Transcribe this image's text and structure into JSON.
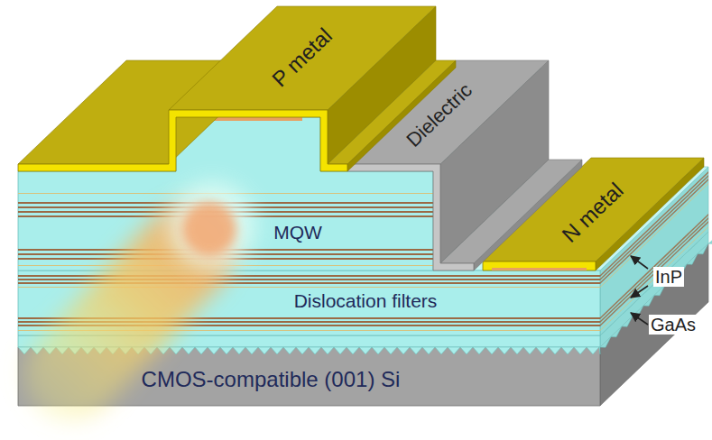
{
  "diagram": {
    "labels": [
      "P metal",
      "Dielectric",
      "N metal",
      "MQW",
      "Dislocation filters",
      "CMOS-compatible (001) Si",
      "InP",
      "GaAs"
    ]
  }
}
